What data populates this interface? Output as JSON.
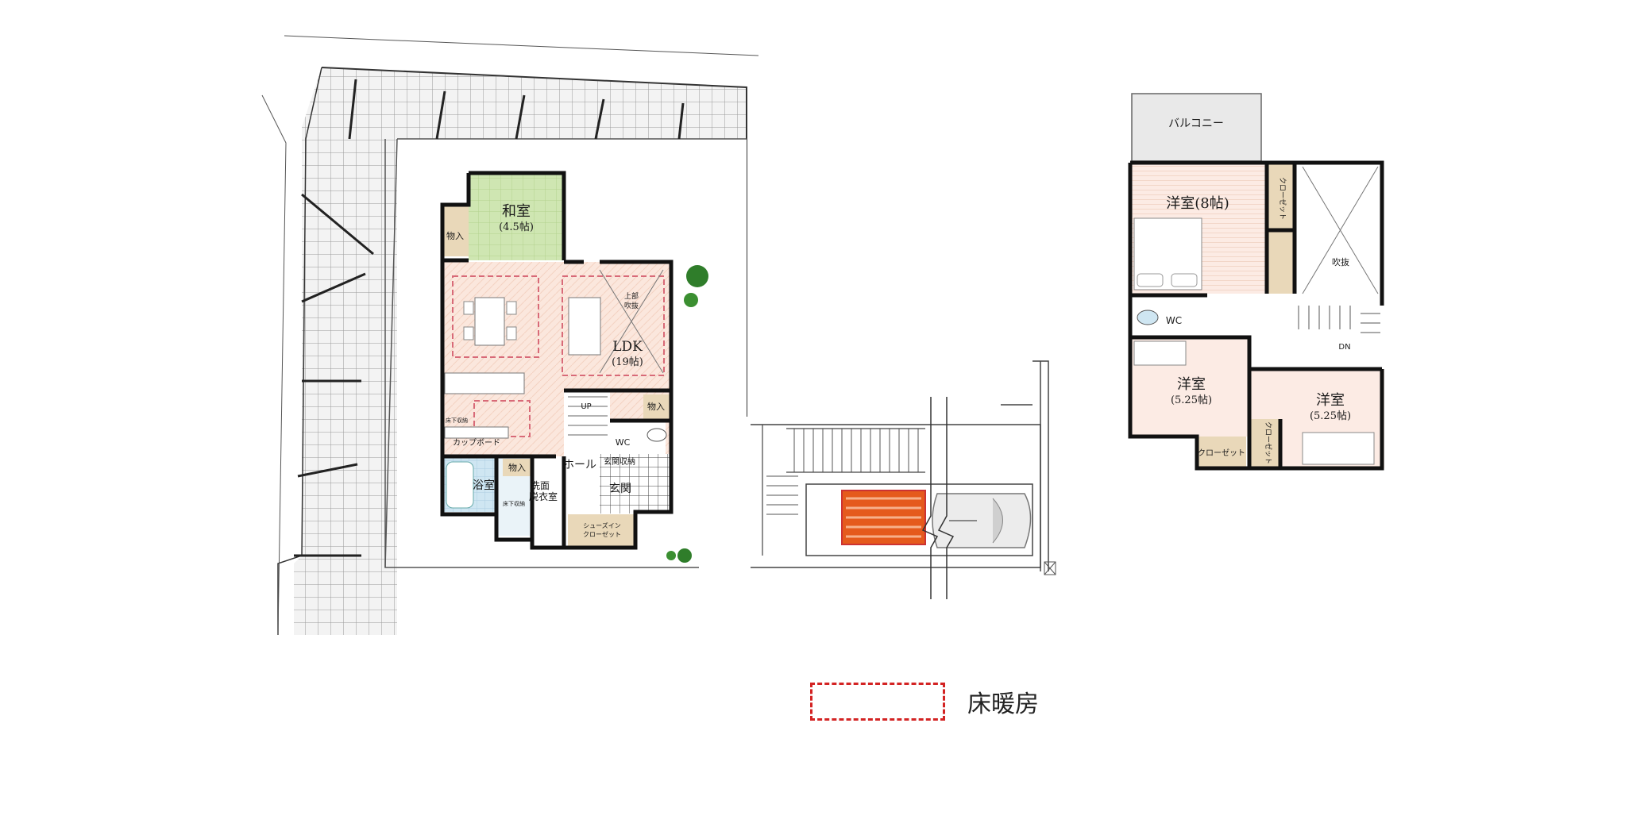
{
  "floor1": {
    "washitsu": "和室",
    "washitsu_size": "(4.5帖)",
    "mono1": "物入",
    "ldk": "LDK",
    "ldk_size": "(19帖)",
    "jobu_fukinuke_1": "上部",
    "jobu_fukinuke_2": "吹抜",
    "mono2": "物入",
    "wc": "WC",
    "yukashita1": "床下収納",
    "cupboard": "カップボード",
    "yokushitsu": "浴室",
    "mono3": "物入",
    "senmen": "洗面",
    "datsui": "脱衣室",
    "yukashita2": "床下収納",
    "hall": "ホール",
    "genkan_shuno": "玄関収納",
    "genkan": "玄関",
    "shoes_1": "シューズイン",
    "shoes_2": "クローゼット",
    "up": "UP"
  },
  "floor2": {
    "balcony": "バルコニー",
    "yoshitsu1": "洋室(8帖)",
    "closet1": "クローゼット",
    "fukinuke": "吹抜",
    "wc": "WC",
    "dn": "DN",
    "yoshitsu2": "洋室",
    "yoshitsu2_size": "(5.25帖)",
    "yoshitsu3": "洋室",
    "yoshitsu3_size": "(5.25帖)",
    "closet2": "クローゼット",
    "closet3": "クローゼット"
  },
  "legend": {
    "label": "床暖房",
    "color": "#d32323"
  }
}
